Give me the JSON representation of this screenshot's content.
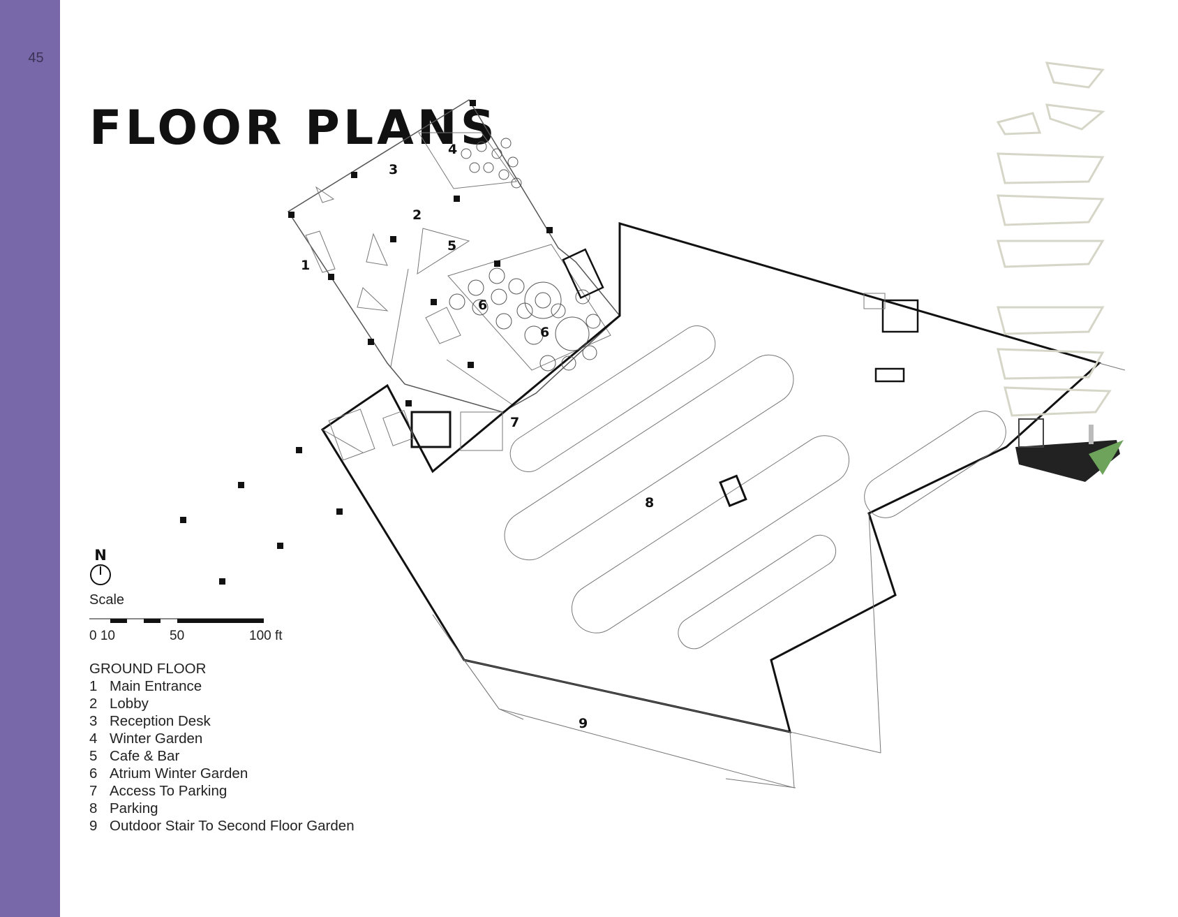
{
  "page": {
    "number": "45",
    "title": "FLOOR PLANS"
  },
  "north_label": "N",
  "scale": {
    "label": "Scale",
    "ticks": [
      "0 10",
      "50",
      "100 ft"
    ]
  },
  "legend": {
    "heading": "GROUND FLOOR",
    "items": [
      {
        "num": "1",
        "label": "Main Entrance"
      },
      {
        "num": "2",
        "label": "Lobby"
      },
      {
        "num": "3",
        "label": "Reception Desk"
      },
      {
        "num": "4",
        "label": "Winter Garden"
      },
      {
        "num": "5",
        "label": "Cafe & Bar"
      },
      {
        "num": "6",
        "label": "Atrium Winter Garden"
      },
      {
        "num": "7",
        "label": "Access To Parking"
      },
      {
        "num": "8",
        "label": "Parking"
      },
      {
        "num": "9",
        "label": "Outdoor Stair To Second Floor Garden"
      }
    ]
  },
  "plan_tags": [
    "1",
    "2",
    "3",
    "4",
    "5",
    "6",
    "6",
    "7",
    "8",
    "9"
  ],
  "colors": {
    "sidebar": "#7868aa",
    "ink": "#111111",
    "grass": "#6da35a"
  }
}
